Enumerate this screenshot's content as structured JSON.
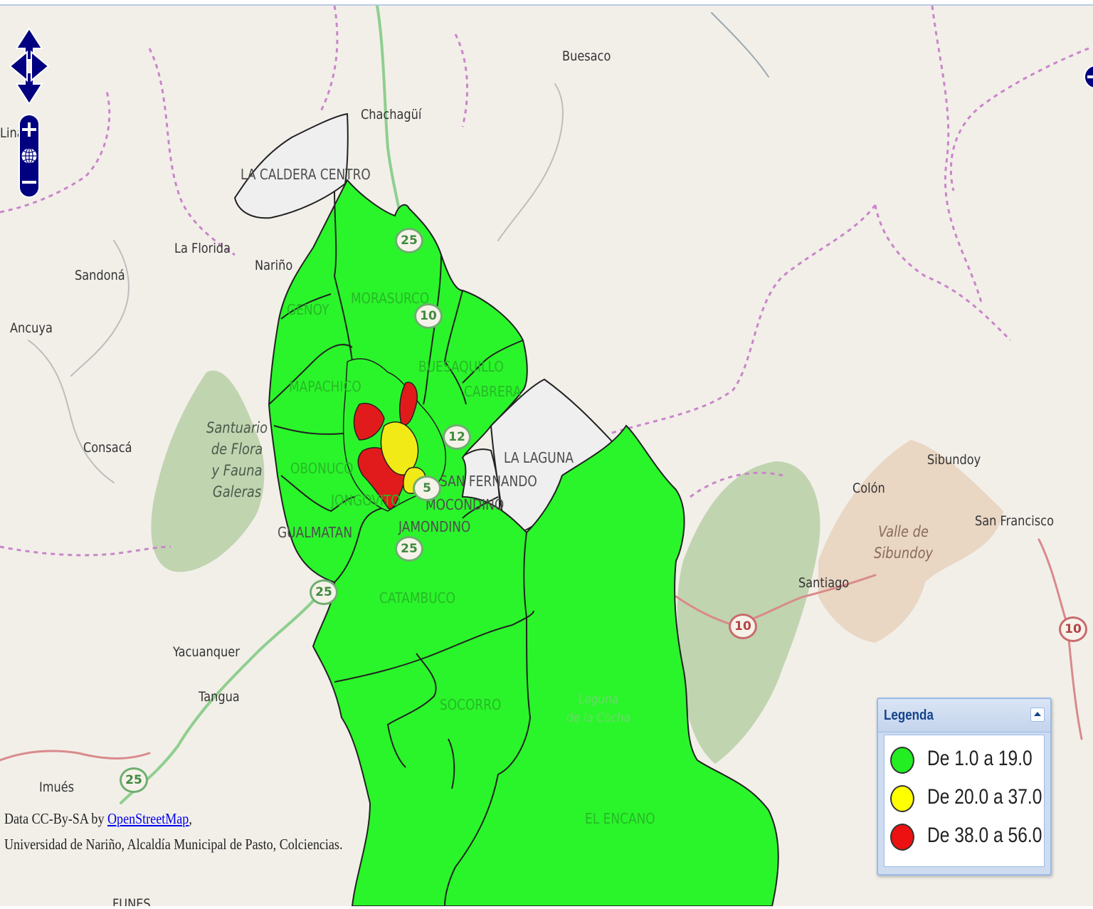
{
  "places": [
    {
      "name": "Buesaco"
    },
    {
      "name": "Chachagüí"
    },
    {
      "name": "La Florida"
    },
    {
      "name": "Sandoná"
    },
    {
      "name": "Nariño"
    },
    {
      "name": "Ancuya"
    },
    {
      "name": "Consacá"
    },
    {
      "name": "Yacuanquer"
    },
    {
      "name": "Tangua"
    },
    {
      "name": "Imués"
    },
    {
      "name": "FUNES"
    },
    {
      "name": "Sibundoy"
    },
    {
      "name": "Colón"
    },
    {
      "name": "San Francisco"
    },
    {
      "name": "Santiago"
    },
    {
      "name": "Lina"
    }
  ],
  "zones": [
    {
      "name": "LA CALDERA CENTRO"
    },
    {
      "name": "MORASURCO"
    },
    {
      "name": "GENOY"
    },
    {
      "name": "BUESAQUILLO"
    },
    {
      "name": "CABRERA"
    },
    {
      "name": "MAPACHICO"
    },
    {
      "name": "LA LAGUNA"
    },
    {
      "name": "OBONUCO"
    },
    {
      "name": "SAN FERNANDO"
    },
    {
      "name": "MOCONDINO"
    },
    {
      "name": "JONGOVITO"
    },
    {
      "name": "GUALMATAN"
    },
    {
      "name": "JAMONDINO"
    },
    {
      "name": "CATAMBUCO"
    },
    {
      "name": "SOCORRO"
    },
    {
      "name": "EL ENCANO"
    }
  ],
  "parks": {
    "galeras": "Santuario\nde Flora\ny Fauna\nGaleras",
    "sibundoy": "Valle de\nSibundoy",
    "cocha": "Laguna\nde la Cocha"
  },
  "shields": [
    "25",
    "25",
    "25",
    "25",
    "10",
    "10",
    "10",
    "12",
    "5"
  ],
  "attribution": {
    "prefix": "Data CC-By-SA by ",
    "link": "OpenStreetMap",
    "suffix": ",",
    "line2": "Universidad de Nariño, Alcaldía Municipal de Pasto, Colciencias."
  },
  "legend": {
    "title": "Legenda",
    "items": [
      {
        "label": "De 1.0 a 19.0",
        "color": "#22ee22"
      },
      {
        "label": "De 20.0 a 37.0",
        "color": "#ffff00"
      },
      {
        "label": "De 38.0 a 56.0",
        "color": "#ee1111"
      }
    ]
  },
  "colors": {
    "low": "#2af52a",
    "mid": "#f2ea16",
    "high": "#e11b1b",
    "nodata": "#f0eff0",
    "ui": "#000080"
  }
}
